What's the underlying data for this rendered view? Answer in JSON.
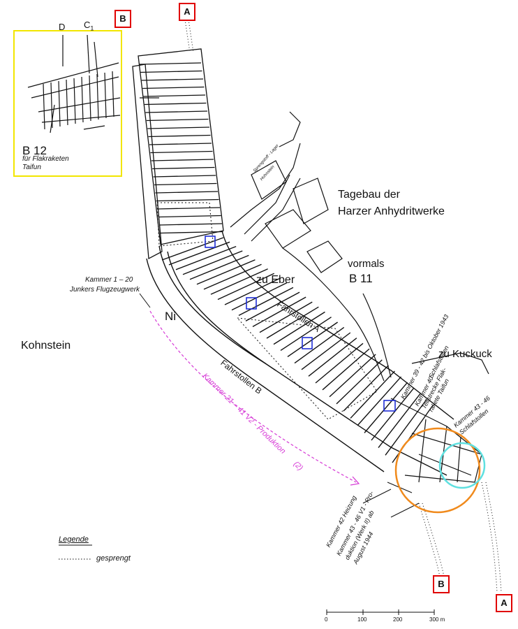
{
  "markers": {
    "a_top": "A",
    "b_top": "B",
    "b_bottom": "B",
    "a_bottom": "A"
  },
  "inset": {
    "col_d": "D",
    "col_c1": "C",
    "col_c1_sub": "1",
    "title": "B 12",
    "line1": "für Flakraketen",
    "line2": "Taifun"
  },
  "labels": {
    "tagebau_1": "Tagebau der",
    "tagebau_2": "Harzer Anhydritwerke",
    "vormals": "vormals",
    "b11": "B 11",
    "zu_eber": "zu Eber",
    "zu_kuckuck": "zu Kuckuck",
    "kohnstein": "Kohnstein",
    "ni": "Ni",
    "kammer_1_20_a": "Kammer 1 – 20",
    "kammer_1_20_b": "Junkers Flugzeugwerk",
    "fahrstollen_a": "Fahrstollen  A",
    "fahrstollen_b": "Fahrstollen  B",
    "kammer_21_41": "Kammer 21 – 41   V2 - Produktion",
    "kammer_21_41_end": "(2)",
    "kammer_39_a": "Kammer 39 - 42   bis Oktober 1943",
    "kammer_39_b": "Schlafstollen",
    "kammer_40_a": "Kammer 40 -",
    "kammer_40_b": "Teilstrecke Flak-",
    "kammer_40_c": "rakete Taifun",
    "kammer_43_a": "Kammer 43 - 46",
    "kammer_43_b": "Schlafstollen",
    "kammer_42": "Kammer 42   Heizung",
    "kammer_43v1_a": "Kammer 43 - 46  V1 - Pro-",
    "kammer_43v1_b": "duktion (Werk II) ab",
    "kammer_43v1_c": "August 1944",
    "sprengstoff": "Sprengstoff - Lager",
    "sprengstoff_b": "Hohnstein"
  },
  "legend": {
    "title": "Legende",
    "dotted": "gesprengt"
  },
  "scale": {
    "t0": "0",
    "t100": "100",
    "t200": "200",
    "t300": "300 m"
  },
  "colors": {
    "ink": "#111111",
    "marker_red": "#e00000",
    "inset_yellow": "#f2e600",
    "box_blue": "#1f2fd6",
    "v2_magenta": "#d63ad6",
    "circle_orange": "#f08a1c",
    "circle_cyan": "#5fe0e0"
  }
}
